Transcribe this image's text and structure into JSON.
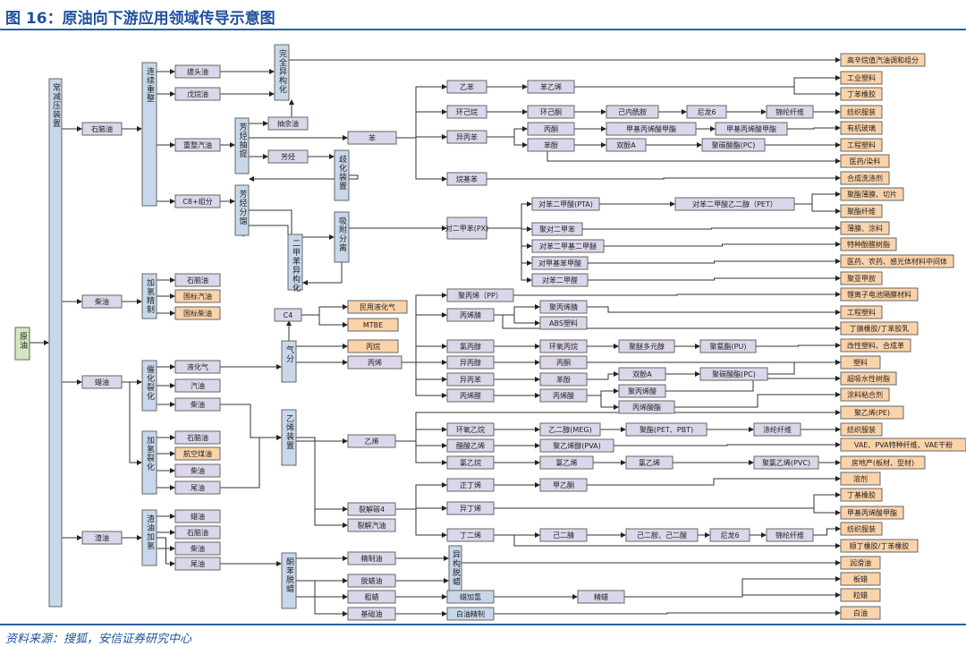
{
  "title": "图 16：原油向下游应用领域传导示意图",
  "source": "资料来源：搜狐，安信证券研究中心",
  "colors": {
    "intermediate": "#dcd6ea",
    "product": "#fbd3aa",
    "unit": "#c8d8ea",
    "crude": "#d4e6c0",
    "line": "#333333",
    "accent": "#1f4f9c"
  },
  "nodes": {
    "yuanyou": "原油",
    "changjian": "常减压装置",
    "shinaoyou1": "石脑油",
    "chaiyou": "柴油",
    "layou": "蜡油",
    "zhayou": "渣油",
    "lianxu": "连续重整",
    "batouyou": "拔头油",
    "wuwan": "戊烷油",
    "chongzheng": "重整汽油",
    "c8": "C8+组分",
    "wanquan": "完全异构化",
    "chouyu": "抽余油",
    "fangtingchouti": "芳烃抽提",
    "fangting": "芳烃",
    "fangtingfenliu": "芳烃分馏",
    "qihua": "歧化装置",
    "xifu": "吸附分离",
    "erjiaben": "二甲苯异构化",
    "ben": "苯",
    "jiaqingjingzhi": "加氢精制",
    "shinaoyou2": "石脑油",
    "guobiaoqiyou": "国标汽油",
    "guobiaochaiyou": "国标柴油",
    "cuihualiehua": "催化裂化",
    "yehuaqi": "液化气",
    "qiyou": "汽油",
    "chaiyou2": "柴油",
    "jiaqingliehua": "加氢裂化",
    "shinaoyou3": "石脑油",
    "hangkong": "航空煤油",
    "chaiyou3": "柴油",
    "weiyou": "尾油",
    "zhayoujiaqing": "渣油加氢",
    "layou2": "蜡油",
    "shinaoyou4": "石脑油",
    "chaiyou4": "柴油",
    "weiyou2": "尾油",
    "c4": "C4",
    "qifen": "气分",
    "minyong": "民用液化气",
    "mtbe": "MTBE",
    "bingwan": "丙烷",
    "bingxi": "丙烯",
    "yixizhuangzhi": "乙烯装置",
    "yixi": "乙烯",
    "liejietan4": "裂解碳4",
    "liejieqiyou": "裂解汽油",
    "tongben": "酮苯脱蜡",
    "jingzhiyou": "精制油",
    "tuolayou": "脱蜡油",
    "cula": "粗蜡",
    "jichuyou": "基础油",
    "yiben": "乙苯",
    "huanjiwan": "环己烷",
    "yibingben": "异丙苯",
    "wanjiben": "烷基苯",
    "px": "对二甲苯(PX)",
    "juxi": "聚丙烯（PP）",
    "bingxijing": "丙烯腈",
    "lvbingchun": "氯丙醇",
    "yibingchun": "异丙醇",
    "yibingben2": "异丙苯",
    "bingxiquan": "丙烯醛",
    "huanyangyiwan": "环氧乙烷",
    "cusuanyixi": "醋酸乙烯",
    "lvyiwan": "氯乙烷",
    "zhengdingxi": "正丁烯",
    "yidingxi": "异丁烯",
    "dingerxi": "丁二烯",
    "yigoutuola": "异构脱蜡",
    "laqing": "蜡加氢",
    "baiyoujingzhi": "白油精制",
    "benyixi": "苯乙烯",
    "huanjitong": "环己酮",
    "bingtong": "丙酮",
    "benfen": "苯酚",
    "pta": "对苯二甲酸(PTA)",
    "juduierjiaben": "聚对二甲苯",
    "duibenerjiajierjiami": "对苯二甲基二甲醚",
    "duijiajibenjiasuan": "对甲基苯甲酸",
    "duibenerjiaquan": "对苯二甲醛",
    "jubingxijing": "聚丙烯腈",
    "abs": "ABS塑料",
    "huanyangbingwan": "环氧丙烷",
    "bingtong2": "丙酮",
    "benfen2": "苯酚",
    "bingxisuan": "丙烯酸",
    "yierchun": "乙二醇(MEG)",
    "juyixichun": "聚乙烯醇(PVA)",
    "lvyixi": "氯乙烯",
    "jiayitong": "甲乙酮",
    "jierjing": "己二腈",
    "jingla": "精蜡",
    "jineixian": "己内酰胺",
    "jiajibingxi": "甲基丙烯酸甲酯",
    "shuangfenA": "双酚A",
    "pet": "对苯二甲酸乙二醇（PET）",
    "juniduoyuan": "聚醚多元醇",
    "shuangfenA2": "双酚A",
    "jubingxisuan": "聚丙烯酸",
    "bingxisuanzhi": "丙烯酸酯",
    "juzhi": "聚酯(PET、PBT)",
    "lvyixi2": "氯乙烯",
    "jierAn": "己二胺、己二酸",
    "nilong6": "尼龙6",
    "jiaji2": "甲基丙烯酸甲酯",
    "pc": "聚碳酸酯(PC)",
    "juanzhi": "聚氨酯(PU)",
    "pc2": "聚碳酸酯(PC)",
    "dilun": "涤纶纤维",
    "pvc": "聚氯乙烯(PVC)",
    "nilong6b": "尼龙6",
    "jinlun": "锦纶纤维",
    "jinlun2": "锦纶纤维"
  },
  "outputs": [
    "高辛烷值汽油调和组分",
    "工业塑料",
    "丁苯橡胶",
    "纺织服装",
    "有机玻璃",
    "工程塑料",
    "医药/染料",
    "合成洗涤剂",
    "聚酯薄膜、切片",
    "聚酯纤维",
    "薄膜、涂料",
    "特种酚醛树脂",
    "医药、农药、感光体材料中间体",
    "聚亚甲胺",
    "锂离子电池隔膜材料",
    "工程塑料",
    "丁腈橡胶/丁苯胶乳",
    "改性塑料、合成革",
    "塑料",
    "超吸水性树脂",
    "涂料粘合剂",
    "聚乙烯(PE)",
    "纺织服装",
    "VAE、PVA特种纤维、VAE干粉",
    "房地产(板材、型材)",
    "溶剂",
    "丁基橡胶",
    "甲基丙烯酸甲酯",
    "纺织服装",
    "顺丁橡胶/丁苯橡胶",
    "润滑油",
    "板蜡",
    "粒蜡",
    "白油"
  ]
}
